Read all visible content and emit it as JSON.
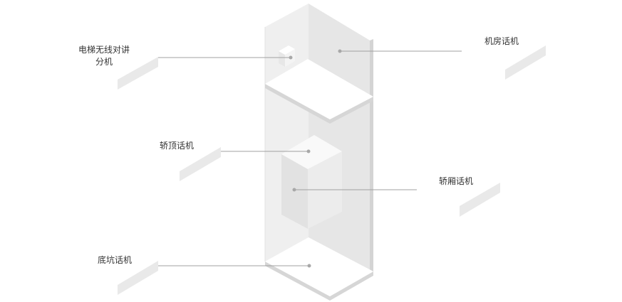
{
  "labels": {
    "wireless_line1": "电梯无线对讲",
    "wireless_line2": "分机",
    "machine_room": "机房话机",
    "car_top": "轿顶话机",
    "car": "轿厢话机",
    "pit": "底坑话机"
  },
  "colors": {
    "wall_left": "#efefef",
    "wall_right": "#e6e6e6",
    "slab_top": "#ffffff",
    "slab_edge": "#d6d6d6",
    "leader_line": "#a0a0a0",
    "tag": "#e9e9e9",
    "text": "#333333"
  }
}
